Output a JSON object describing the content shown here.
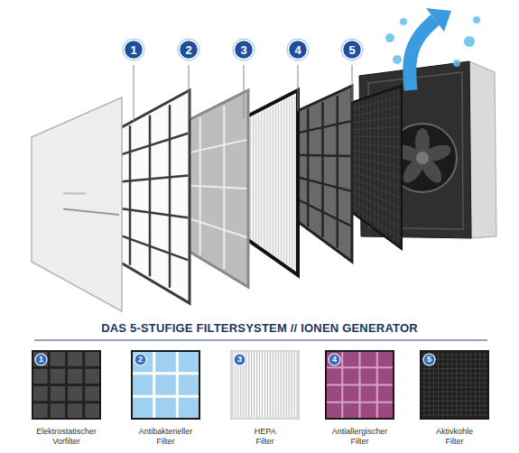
{
  "diagram": {
    "title": "DAS 5-STUFIGE FILTERSYSTEM // IONEN GENERATOR",
    "nodes": [
      {
        "text": [
          "1"
        ]
      },
      {
        "text": [
          "2"
        ]
      },
      {
        "text": [
          "3"
        ]
      },
      {
        "text": [
          "4"
        ]
      },
      {
        "text": [
          "5"
        ]
      },
      {
        "text": [
          "Elektrostatischer Vorfilter"
        ]
      },
      {
        "text": [
          "1"
        ],
        "in": 5
      },
      {
        "text": [
          "Antibakterieller Filter"
        ]
      },
      {
        "text": [
          "2"
        ],
        "in": 7
      },
      {
        "text": [
          "HEPA Filter"
        ]
      },
      {
        "text": [
          "3"
        ],
        "in": 9
      },
      {
        "text": [
          "Antiallergischer Filter"
        ]
      },
      {
        "text": [
          "4"
        ],
        "in": 11
      },
      {
        "text": [
          "Aktivkohle Filter"
        ]
      },
      {
        "text": [
          "5"
        ],
        "in": 13
      }
    ]
  }
}
